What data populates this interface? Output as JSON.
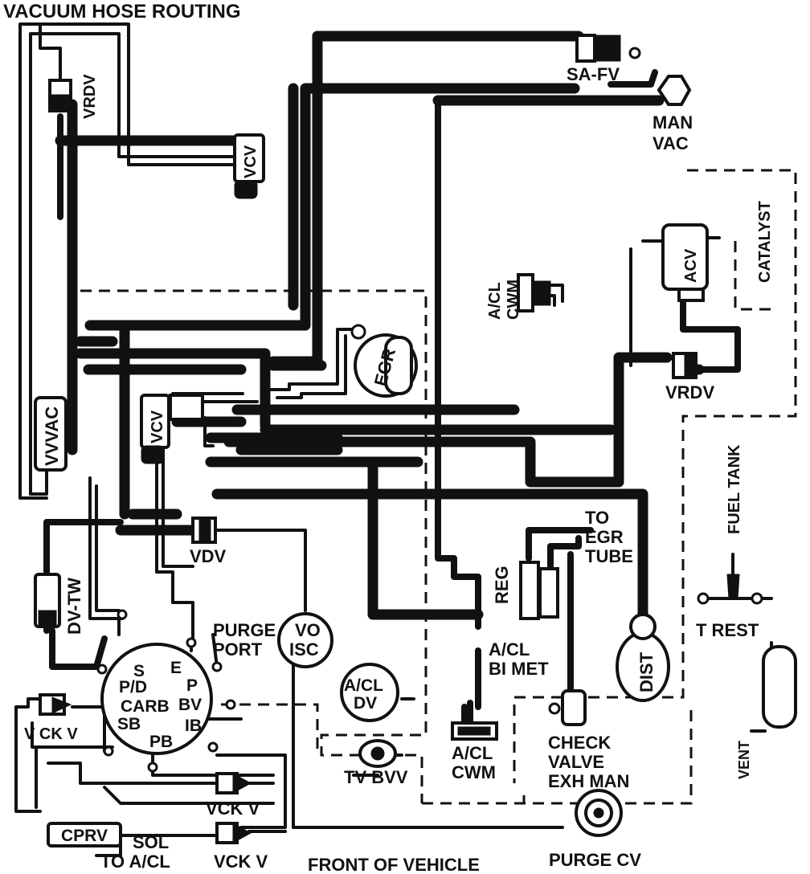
{
  "title": "VACUUM HOSE ROUTING",
  "footer": "FRONT OF VEHICLE",
  "colors": {
    "line": "#111111",
    "background": "#ffffff"
  },
  "labels": {
    "vrdv_top": "VRDV",
    "vcv_top": "VCV",
    "sa_fv": "SA-FV",
    "man_vac_1": "MAN",
    "man_vac_2": "VAC",
    "catalyst": "CATALYST",
    "acv": "ACV",
    "acl_cwm_top_1": "A/CL",
    "acl_cwm_top_2": "CWM",
    "egr": "EGR",
    "vrdv_right": "VRDV",
    "vvvac": "VVVAC",
    "vcv_mid": "VCV",
    "fuel_tank": "FUEL TANK",
    "vdv": "VDV",
    "to_egr_1": "TO",
    "to_egr_2": "EGR",
    "to_egr_3": "TUBE",
    "dv_tw": "DV-TW",
    "purge_port_1": "PURGE",
    "purge_port_2": "PORT",
    "vo_isc_1": "VO",
    "vo_isc_2": "ISC",
    "reg": "REG",
    "t_rest": "T REST",
    "acl_bimet_1": "A/CL",
    "acl_bimet_2": "BI MET",
    "dist": "DIST",
    "carb_s": "S",
    "carb_e": "E",
    "carb_pd": "P/D",
    "carb_p": "P",
    "carb_carb": "CARB",
    "carb_bv": "BV",
    "carb_sb": "SB",
    "carb_ib": "IB",
    "carb_pb": "PB",
    "acl_dv_1": "A/CL",
    "acl_dv_2": "DV",
    "vck_v_left": "V CK V",
    "check_valve_1": "CHECK",
    "check_valve_2": "VALVE",
    "check_valve_3": "EXH MAN",
    "acl_cwm_bot_1": "A/CL",
    "acl_cwm_bot_2": "CWM",
    "tv_bvv": "TV BVV",
    "vent": "VENT",
    "vck_v_mid": "VCK V",
    "cprv": "CPRV",
    "sol": "SOL",
    "to_acl": "TO A/CL",
    "vck_v_bot": "VCK V",
    "purge_cv": "PURGE CV"
  }
}
